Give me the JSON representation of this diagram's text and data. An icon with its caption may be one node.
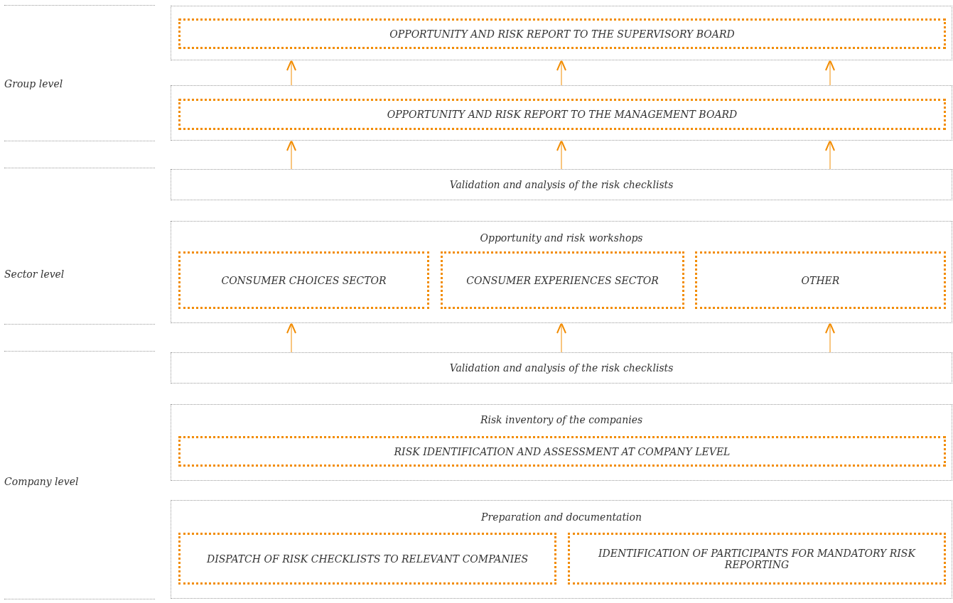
{
  "diagram": {
    "nodes": [
      {
        "text": [],
        "shape": "box"
      },
      {
        "text": [
          "OPPORTUNITY AND RISK REPORT TO THE SUPERVISORY BOARD"
        ],
        "in": 0
      },
      {
        "text": [],
        "shape": "box"
      },
      {
        "text": [
          "OPPORTUNITY AND RISK REPORT TO THE MANAGEMENT BOARD"
        ],
        "in": 2
      },
      {
        "text": [
          "Validation and analysis of the risk checklists"
        ]
      },
      {
        "text": [
          "Opportunity and risk workshops"
        ]
      },
      {
        "text": [
          "CONSUMER CHOICES SECTOR"
        ],
        "in": 5
      },
      {
        "text": [
          "CONSUMER EXPERIENCES SECTOR"
        ],
        "in": 5
      },
      {
        "text": [
          "OTHER"
        ],
        "in": 5
      },
      {
        "text": [
          "Validation and analysis of the risk checklists"
        ]
      },
      {
        "text": [
          "Risk inventory of the companies"
        ]
      },
      {
        "text": [
          "RISK IDENTIFICATION AND ASSESSMENT AT COMPANY LEVEL"
        ],
        "in": 10
      },
      {
        "text": [
          "Preparation and documentation"
        ]
      },
      {
        "text": [
          "DISPATCH OF RISK CHECKLISTS TO RELEVANT COMPANIES"
        ],
        "in": 12
      },
      {
        "text": [
          "IDENTIFICATION OF PARTICIPANTS FOR MANDATORY RISK REPORTING"
        ],
        "in": 12
      }
    ],
    "edges": [
      {
        "from": 2,
        "to": 0,
        "arrow": "to"
      },
      {
        "from": 2,
        "to": 0,
        "arrow": "to"
      },
      {
        "from": 2,
        "to": 0,
        "arrow": "to"
      },
      {
        "from": 4,
        "to": 2,
        "arrow": "to"
      },
      {
        "from": 4,
        "to": 2,
        "arrow": "to"
      },
      {
        "from": 4,
        "to": 2,
        "arrow": "to"
      },
      {
        "from": 9,
        "to": 5,
        "arrow": "to"
      },
      {
        "from": 9,
        "to": 5,
        "arrow": "to"
      },
      {
        "from": 9,
        "to": 5,
        "arrow": "to"
      }
    ],
    "labels": [
      "Group level",
      "Sector level",
      "Company level"
    ]
  }
}
